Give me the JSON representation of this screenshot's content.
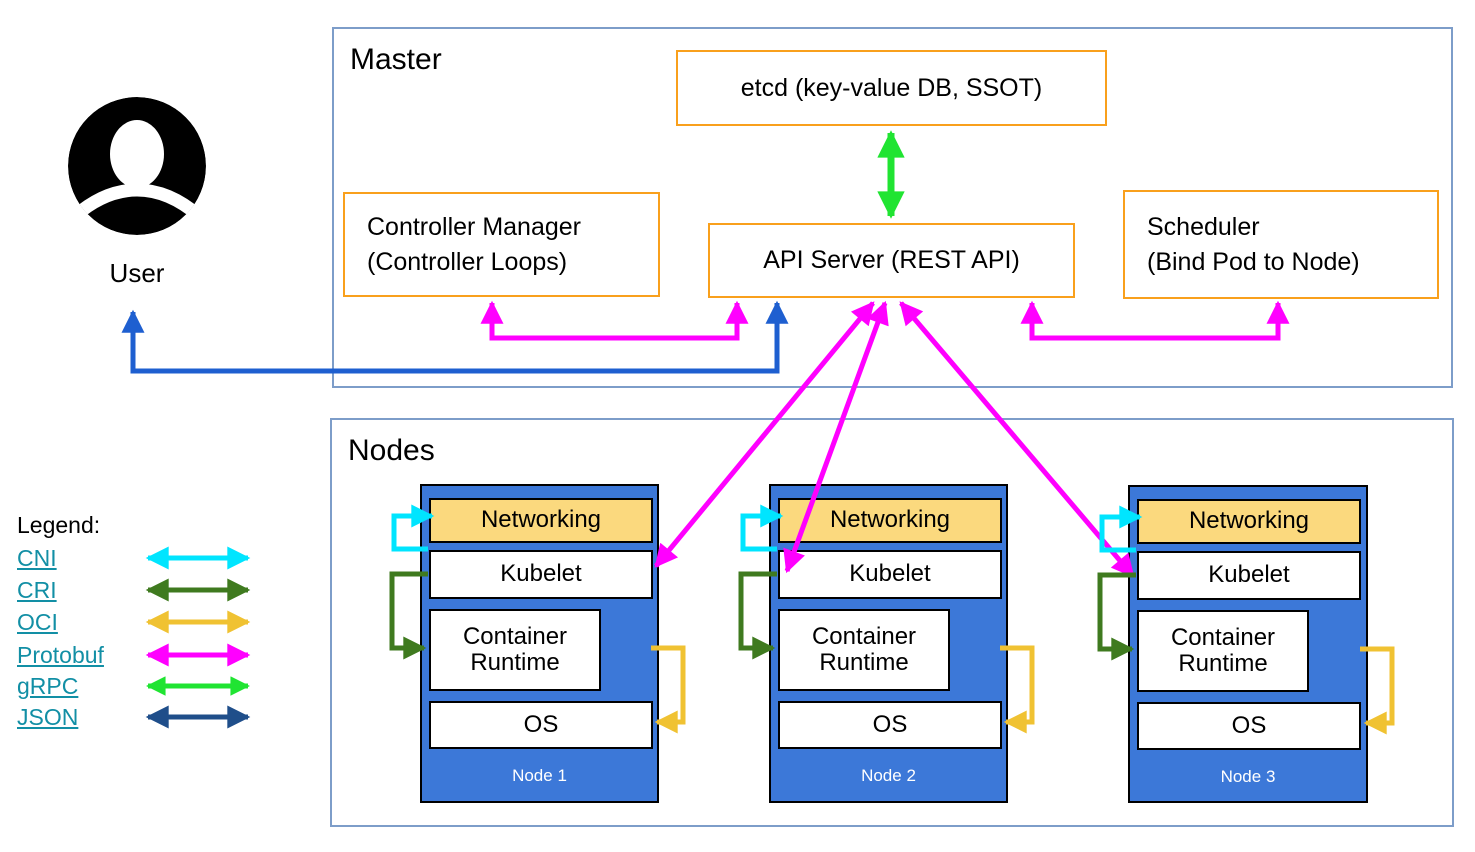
{
  "user": {
    "label": "User"
  },
  "master": {
    "title": "Master",
    "etcd_label": "etcd (key-value DB, SSOT)",
    "api_server_label": "API Server (REST API)",
    "controller_manager": {
      "line1": "Controller Manager",
      "line2": "(Controller Loops)"
    },
    "scheduler": {
      "line1": "Scheduler",
      "line2": "(Bind Pod to Node)"
    }
  },
  "nodes_section": {
    "title": "Nodes",
    "nodes": [
      {
        "layers": {
          "networking": "Networking",
          "kubelet": "Kubelet",
          "container_runtime": "Container Runtime",
          "os": "OS"
        },
        "footer": "Node 1"
      },
      {
        "layers": {
          "networking": "Networking",
          "kubelet": "Kubelet",
          "container_runtime": "Container Runtime",
          "os": "OS"
        },
        "footer": "Node 2"
      },
      {
        "layers": {
          "networking": "Networking",
          "kubelet": "Kubelet",
          "container_runtime": "Container Runtime",
          "os": "OS"
        },
        "footer": "Node 3"
      }
    ]
  },
  "legend": {
    "title": "Legend:",
    "items": [
      {
        "label": "CNI",
        "color": "#00e5ff"
      },
      {
        "label": "CRI",
        "color": "#3f7a1f"
      },
      {
        "label": "OCI",
        "color": "#f0c232"
      },
      {
        "label": "Protobuf",
        "color": "#ff00ff"
      },
      {
        "label": "gRPC",
        "color": "#20e432"
      },
      {
        "label": "JSON",
        "color": "#1f4e8a"
      }
    ]
  },
  "colors": {
    "component_border_orange": "#f9a01c",
    "section_border_blue": "#7d9dc9",
    "node_fill_blue": "#3c78d8",
    "networking_fill": "#fbd97e",
    "user_api_arrow_blue": "#1e5fd0",
    "protobuf_magenta": "#ff00ff",
    "legend_link_teal": "#128fa5"
  }
}
